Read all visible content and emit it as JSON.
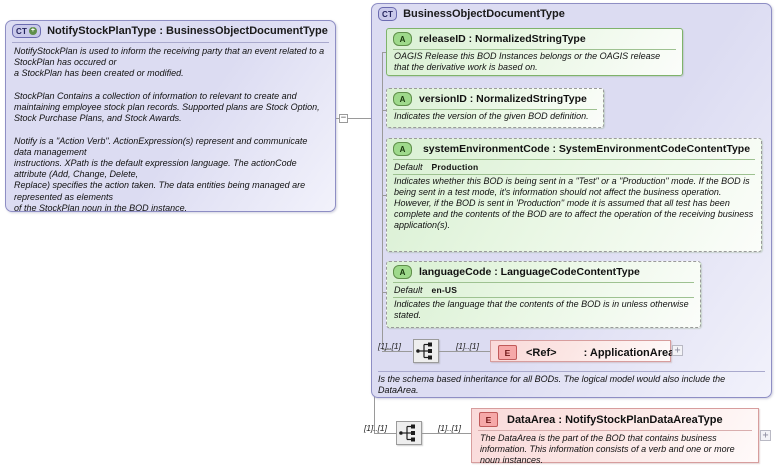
{
  "left_panel": {
    "badge": "CT",
    "badge_icon": "complex-type-plus-icon",
    "title": "NotifyStockPlanType : BusinessObjectDocumentType",
    "documentation": "NotifyStockPlan is used to inform the receiving party that an event related to a StockPlan has occured or\na StockPlan has been created or modified.\n\nStockPlan  Contains a collection of information to relevant to create and maintaining employee stock plan records. Supported plans are Stock Option, Stock Purchase Plans, and Stock Awards.\n\nNotify is a \"Action Verb\". ActionExpression(s) represent and communicate data management\ninstructions. XPath is the default expression language. The actionCode attribute (Add, Change, Delete,\nReplace) specifies the action taken. The data entities being managed are represented as elements\nof the StockPlan noun in the BOD instance.",
    "collapse_toggle": "−"
  },
  "right_panel": {
    "badge": "CT",
    "title": "BusinessObjectDocumentType",
    "footer_doc": "Is the schema based inheritance for all BODs. The logical model would also include the DataArea.",
    "attributes": [
      {
        "badge": "A",
        "name": "releaseID : NormalizedStringType",
        "required": true,
        "documentation": "OAGIS Release this BOD Instances belongs or the OAGIS release that the derivative work is based on."
      },
      {
        "badge": "A",
        "name": "versionID : NormalizedStringType",
        "required": false,
        "documentation": "Indicates the version of the given BOD definition."
      },
      {
        "badge": "A",
        "name": "systemEnvironmentCode : SystemEnvironmentCodeContentType",
        "required": false,
        "default_label": "Default",
        "default_value": "Production",
        "documentation": "Indicates whether this BOD is being sent in a \"Test\" or a \"Production\" mode. If the BOD is being sent in a test mode, it's information should not affect the business operation. However, if the BOD is sent in 'Production'' mode it is assumed that all test has been complete and the contents of the BOD are to affect the operation of the receiving business application(s)."
      },
      {
        "badge": "A",
        "name": "languageCode : LanguageCodeContentType",
        "required": false,
        "default_label": "Default",
        "default_value": "en-US",
        "documentation": "Indicates the language that the contents of the BOD is in unless otherwise stated."
      }
    ],
    "application_area": {
      "badge": "E",
      "icon": "sequence-compositor-icon",
      "cardinality_left": "[1]..[1]",
      "cardinality_right": "[1]..[1]",
      "ref_label": "<Ref>",
      "type_label": ": ApplicationArea",
      "expand": "+"
    }
  },
  "data_area": {
    "badge": "E",
    "icon": "sequence-compositor-icon",
    "cardinality_left": "[1]..[1]",
    "cardinality_right": "[1]..[1]",
    "title": "DataArea : NotifyStockPlanDataAreaType",
    "documentation": "The DataArea is the part of the BOD that contains business information. This information consists of a verb and one or more noun instances.",
    "expand": "+"
  },
  "colors": {
    "complex_type_fill": "#dcdcf2",
    "complex_type_border": "#8e8ec4",
    "attribute_fill": "#ddf0d6",
    "attribute_border": "#7fb36b",
    "element_fill": "#fadada",
    "element_border": "#d79d9d",
    "connector": "#9a9a9a"
  }
}
